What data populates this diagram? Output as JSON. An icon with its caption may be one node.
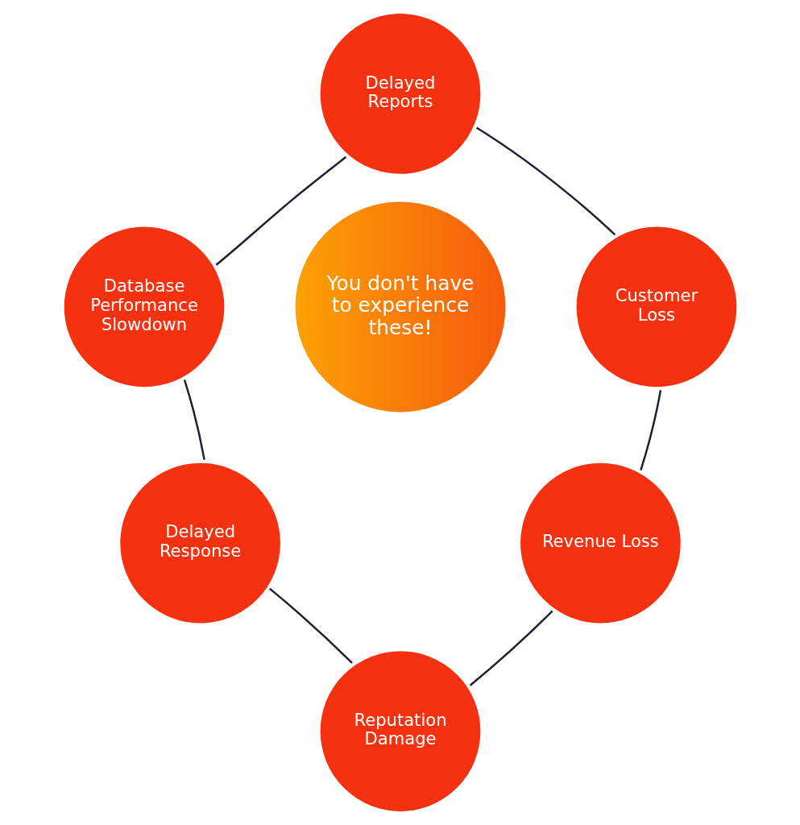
{
  "diagram": {
    "nodes": [
      {
        "text": [
          "You don't have to experience these!"
        ]
      },
      {
        "text": [
          "Delayed Reports"
        ]
      },
      {
        "text": [
          "Customer Loss"
        ]
      },
      {
        "text": [
          "Revenue Loss"
        ]
      },
      {
        "text": [
          "Reputation Damage"
        ]
      },
      {
        "text": [
          "Delayed Response"
        ]
      },
      {
        "text": [
          "Database Performance Slowdown"
        ]
      }
    ],
    "edges": [
      {
        "from": 1,
        "to": 2,
        "arrow": "none"
      },
      {
        "from": 2,
        "to": 3,
        "arrow": "none"
      },
      {
        "from": 3,
        "to": 4,
        "arrow": "none"
      },
      {
        "from": 4,
        "to": 5,
        "arrow": "none"
      },
      {
        "from": 5,
        "to": 6,
        "arrow": "none"
      },
      {
        "from": 6,
        "to": 1,
        "arrow": "none"
      }
    ]
  }
}
